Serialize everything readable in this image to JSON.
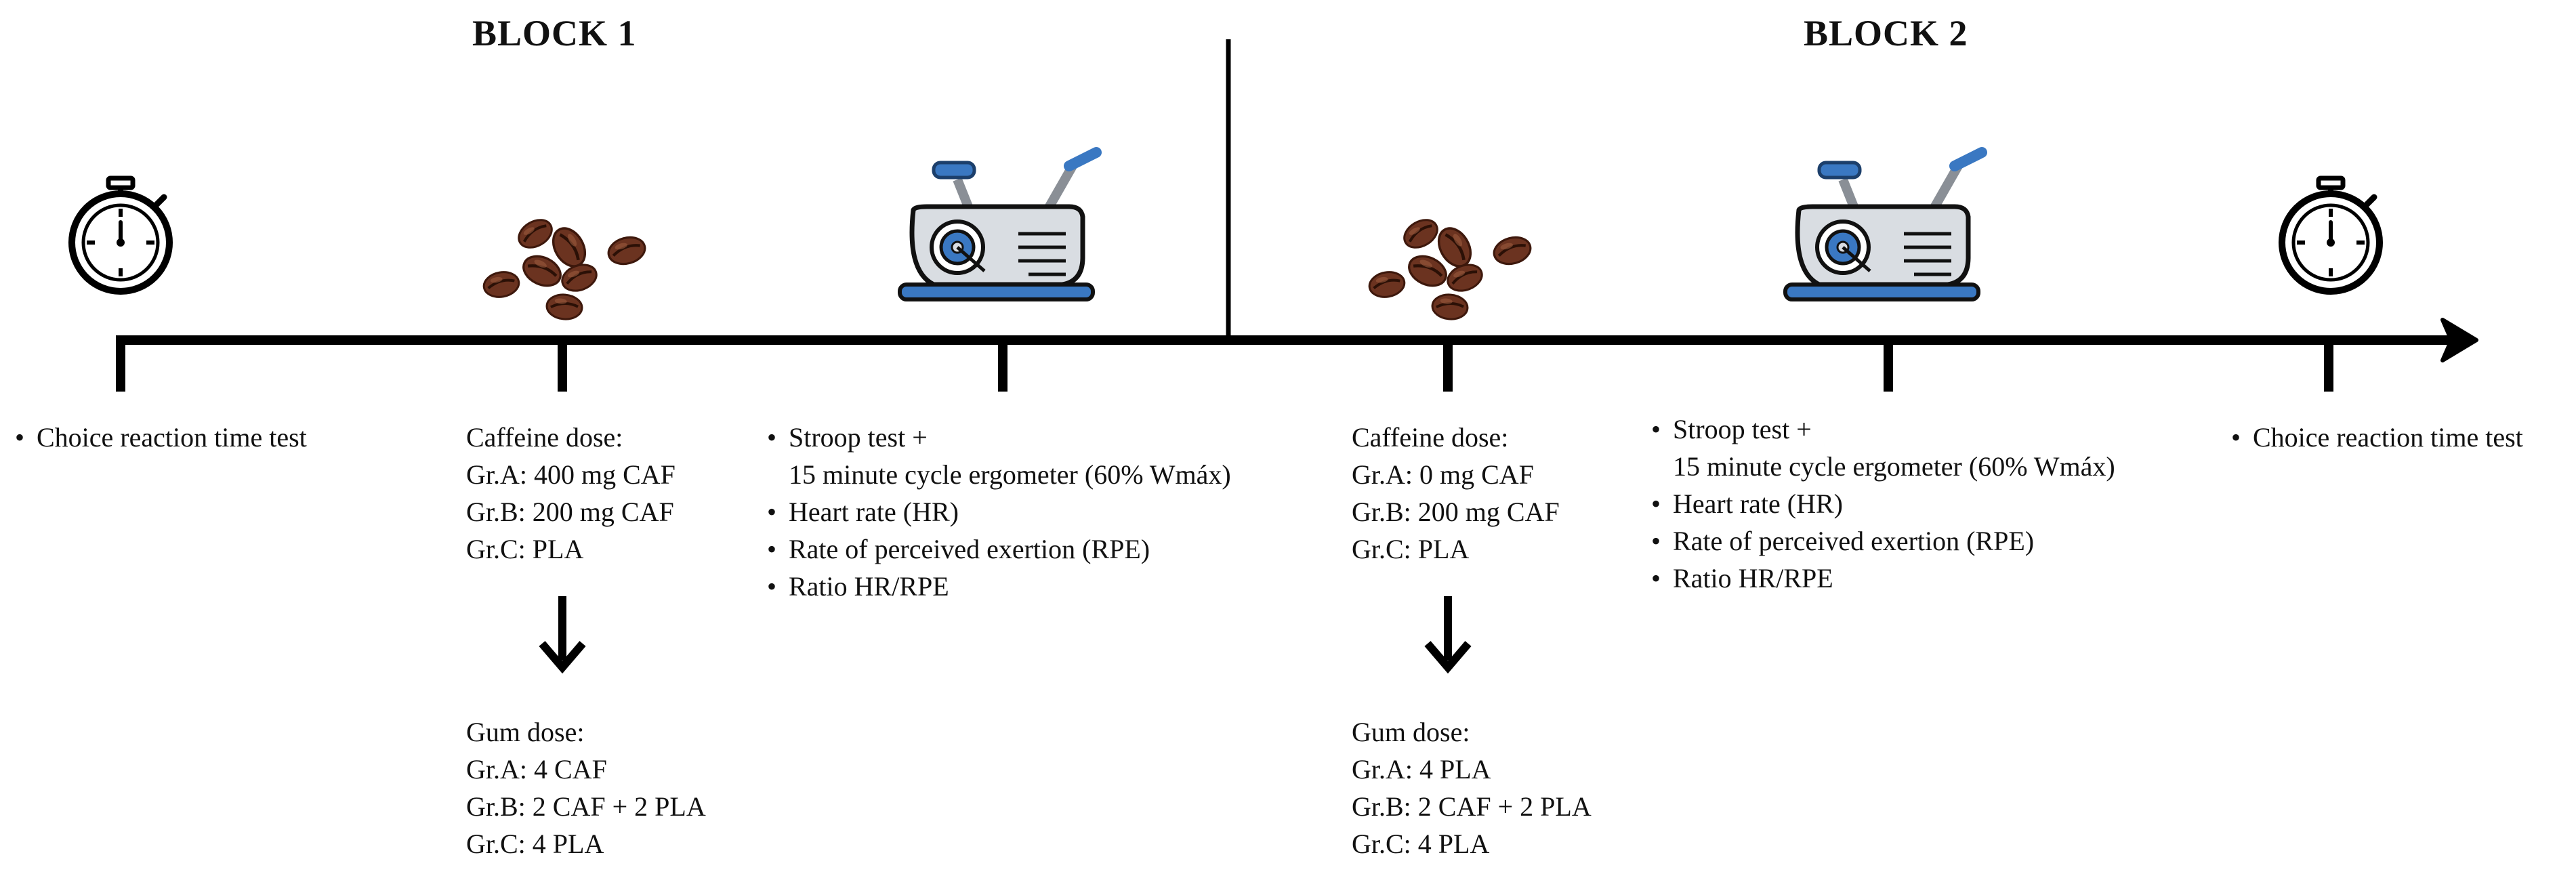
{
  "blocks": {
    "block1": "BLOCK 1",
    "block2": "BLOCK 2"
  },
  "icons": {
    "stopwatch": "stopwatch-icon",
    "coffee": "coffee-beans-icon",
    "bike": "exercise-bike-icon",
    "arrow": "arrow-down-icon"
  },
  "colors": {
    "bike_blue": "#3a78c2",
    "bike_body": "#d9dde2",
    "bean_dark": "#5a2a1a",
    "bean_mid": "#7a3a22"
  },
  "block1": {
    "pre_test": "Choice reaction time test",
    "caffeine": {
      "title": "Caffeine dose:",
      "a": "Gr.A: 400 mg CAF",
      "b": "Gr.B: 200 mg CAF",
      "c": "Gr.C: PLA"
    },
    "gum": {
      "title": "Gum dose:",
      "a": "Gr.A: 4 CAF",
      "b": "Gr.B: 2 CAF + 2 PLA",
      "c": "Gr.C: 4 PLA"
    },
    "exercise": {
      "stroop": "Stroop test +",
      "cycle": "15 minute cycle ergometer (60% Wmáx)",
      "hr": "Heart rate (HR)",
      "rpe": "Rate of perceived exertion (RPE)",
      "ratio": "Ratio HR/RPE"
    }
  },
  "block2": {
    "caffeine": {
      "title": "Caffeine dose:",
      "a": "Gr.A: 0 mg CAF",
      "b": "Gr.B: 200 mg CAF",
      "c": "Gr.C: PLA"
    },
    "gum": {
      "title": "Gum dose:",
      "a": "Gr.A: 4 PLA",
      "b": "Gr.B: 2 CAF + 2 PLA",
      "c": "Gr.C: 4 PLA"
    },
    "exercise": {
      "stroop": "Stroop test +",
      "cycle": "15 minute cycle ergometer (60% Wmáx)",
      "hr": "Heart rate (HR)",
      "rpe": "Rate of perceived exertion (RPE)",
      "ratio": "Ratio HR/RPE"
    },
    "post_test": "Choice reaction time test"
  }
}
